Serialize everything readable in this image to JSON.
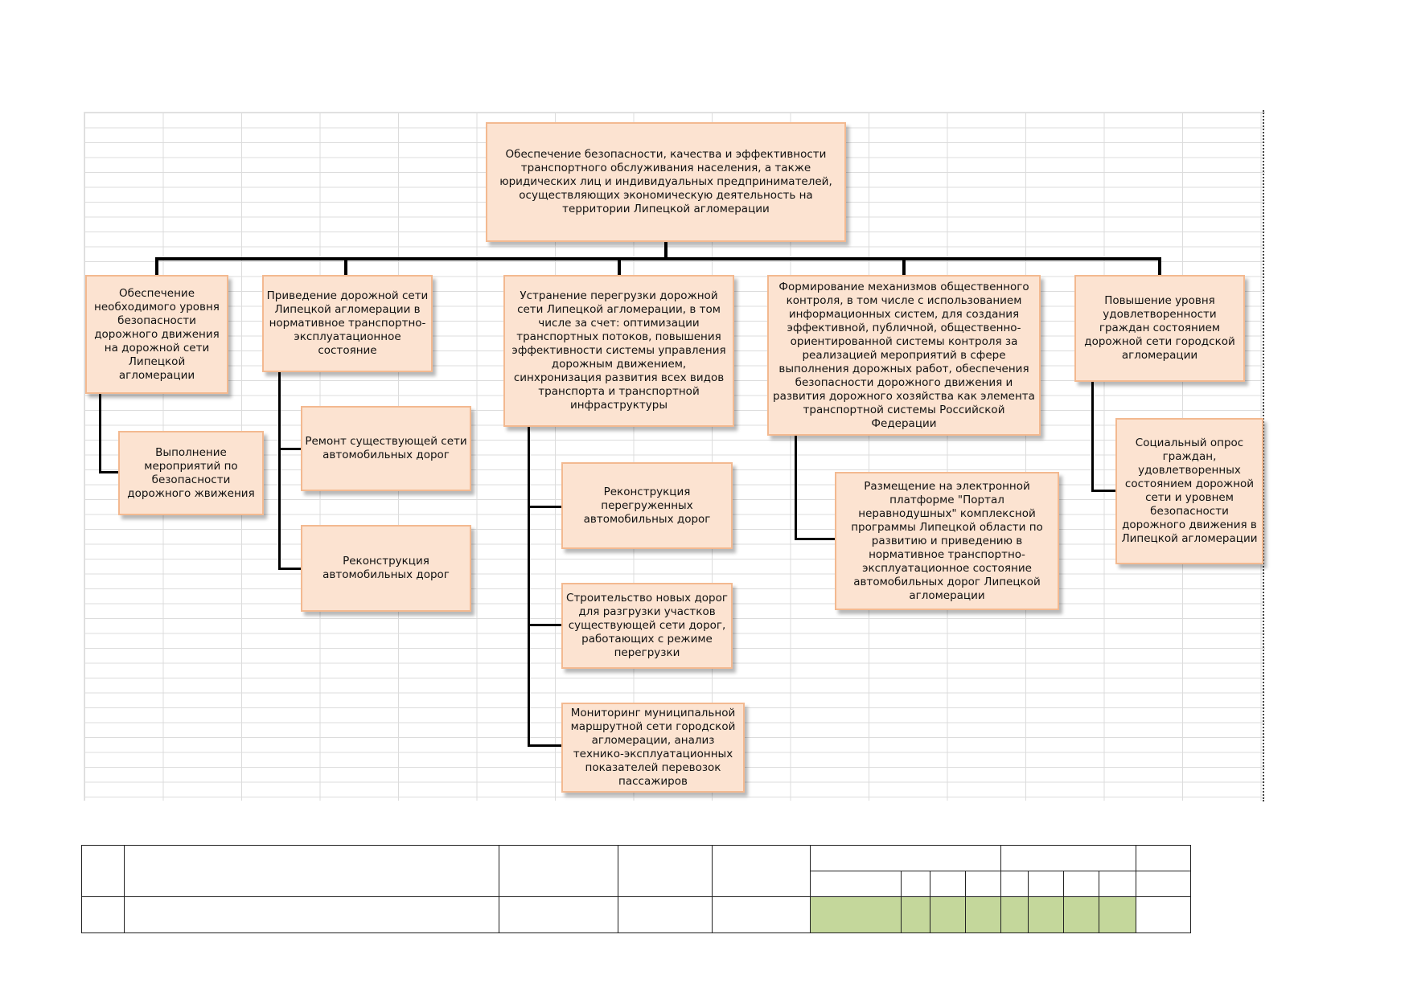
{
  "diagram": {
    "root": "Обеспечение безопасности, качества и эффективности транспортного обслуживания населения, а также юридических лиц и индивидуальных предпринимателей, осуществляющих экономическую деятельность на территории Липецкой агломерации",
    "branches": [
      {
        "title": "Обеспечение необходимого уровня безопасности дорожного движения на дорожной сети Липецкой агломерации",
        "children": [
          "Выполнение мероприятий по безопасности дорожного жвижения"
        ]
      },
      {
        "title": "Приведение дорожной сети Липецкой агломерации в нормативное транспортно-эксплуатационное состояние",
        "children": [
          "Ремонт существующей сети автомобильных дорог",
          "Реконструкция автомобильных дорог"
        ]
      },
      {
        "title": "Устранение перегрузки дорожной сети Липецкой агломерации, в том числе за счет: оптимизации транспортных потоков, повышения эффективности системы управления дорожным движением, синхронизация развития всех видов транспорта и транспортной инфраструктуры",
        "children": [
          "Реконструкция перегруженных автомобильных дорог",
          "Строительство новых дорог для разгрузки участков существующей сети дорог, работающих с режиме перегрузки",
          "Мониторинг муниципальной маршрутной сети городской агломерации, анализ технико-эксплуатационных показателей перевозок пассажиров"
        ]
      },
      {
        "title": "Формирование механизмов общественного контроля, в том числе с использованием информационных систем, для создания эффективной, публичной, общественно-ориентированной системы контроля за реализацией мероприятий в сфере выполнения дорожных работ, обеспечения безопасности дорожного движения и развития дорожного хозяйства как элемента транспортной системы Российской Федерации",
        "children": [
          "Размещение на электронной платформе \"Портал неравнодушных\" комплексной программы Липецкой области по развитию и приведению в нормативное транспортно-эксплуатационное состояние автомобильных дорог Липецкой агломерации"
        ]
      },
      {
        "title": "Повышение уровня удовлетворенности граждан состоянием дорожной сети городской агломерации",
        "children": [
          "Социальный опрос граждан, удовлетворенных состоянием дорожной сети и уровнем безопасности дорожного движения в Липецкой агломерации"
        ]
      }
    ]
  },
  "colors": {
    "box_fill": "#fce3d1",
    "box_border": "#f3b990",
    "connector": "#000000",
    "table_highlight": "#c4d79b"
  }
}
